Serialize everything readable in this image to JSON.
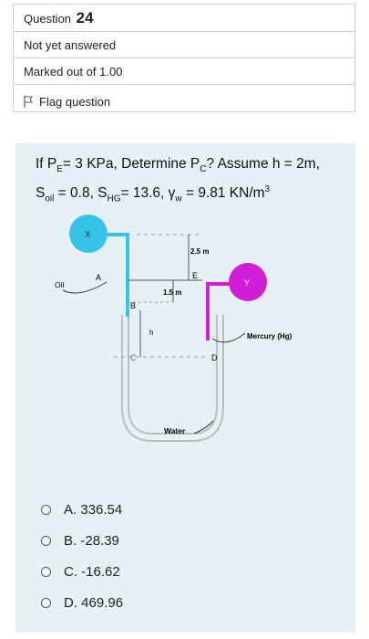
{
  "info": {
    "question_label": "Question",
    "question_number": "24",
    "status": "Not yet answered",
    "marks": "Marked out of 1.00",
    "flag_label": "Flag question"
  },
  "question": {
    "p1": "If P",
    "p1_sub": "E",
    "p2": "= 3  KPa, Determine P",
    "p2_sub": "C",
    "p3": "? Assume h = 2m,",
    "s1": "S",
    "s1_sub": "oil",
    "s2": " = 0.8, S",
    "s2_sub": "HG",
    "s3": "= 13.6,  γ",
    "s3_sub": "w",
    "s4": " = 9.81 KN/m",
    "s4_sup": "3"
  },
  "diagram": {
    "label_x": "X",
    "label_y": "Y",
    "label_oil": "Oil",
    "label_a": "A",
    "label_e": "E",
    "label_b": "B",
    "label_h": "h",
    "label_c": "C",
    "label_d": "D",
    "dim_25": "2.5 m",
    "dim_15": "1.5 m",
    "label_mercury": "Mercury (Hg)",
    "label_water": "Water",
    "colors": {
      "cyan": "#35c3e8",
      "magenta": "#d01fd6",
      "pipe": "#bdbdbd"
    }
  },
  "answers": [
    {
      "letter": "A.",
      "value": "336.54"
    },
    {
      "letter": "B.",
      "value": "-28.39"
    },
    {
      "letter": "C.",
      "value": "-16.62"
    },
    {
      "letter": "D.",
      "value": "469.96"
    }
  ]
}
